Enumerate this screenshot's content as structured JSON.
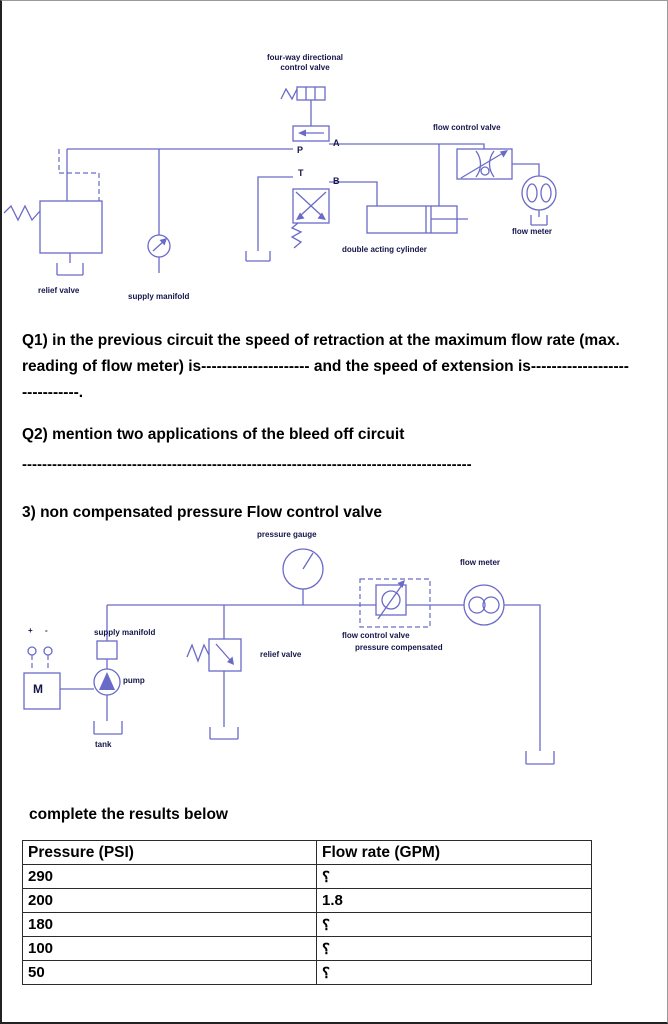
{
  "colors": {
    "line": "#6a6ac8",
    "label": "#14144a",
    "text": "#000000",
    "table_border": "#2b2b2b"
  },
  "diagram1": {
    "labels": {
      "four_way": "four-way directional control valve",
      "flow_control_valve": "flow control valve",
      "flow_meter": "flow meter",
      "double_acting_cylinder": "double acting cylinder",
      "relief_valve": "relief valve",
      "supply_manifold": "supply manifold",
      "port_p": "P",
      "port_a": "A",
      "port_t": "T",
      "port_b": "B"
    }
  },
  "questions": {
    "q1": "Q1) in the previous circuit the speed of retraction at the maximum flow rate (max. reading of flow meter) is--------------------- and the speed of extension is------------------------------.",
    "q2": "Q2) mention two applications of the bleed off circuit",
    "answer_line": "------------------------------------------------------------------------------------------",
    "q3": "3) non compensated pressure Flow control valve"
  },
  "diagram2": {
    "labels": {
      "pressure_gauge": "pressure gauge",
      "flow_meter": "flow meter",
      "supply_manifold": "supply manifold",
      "flow_control_valve_line1": "flow control valve",
      "flow_control_valve_line2": "pressure compensated",
      "relief_valve": "relief valve",
      "pump": "pump",
      "tank": "tank",
      "motor": "M",
      "plus": "+",
      "minus": "-"
    }
  },
  "results": {
    "instruction": "complete the results below",
    "headers": [
      "Pressure (PSI)",
      "Flow rate (GPM)"
    ],
    "rows": [
      {
        "pressure": "290",
        "flow": "؟"
      },
      {
        "pressure": "200",
        "flow": "1.8"
      },
      {
        "pressure": "180",
        "flow": "؟"
      },
      {
        "pressure": "100",
        "flow": "؟"
      },
      {
        "pressure": "50",
        "flow": "؟"
      }
    ]
  }
}
